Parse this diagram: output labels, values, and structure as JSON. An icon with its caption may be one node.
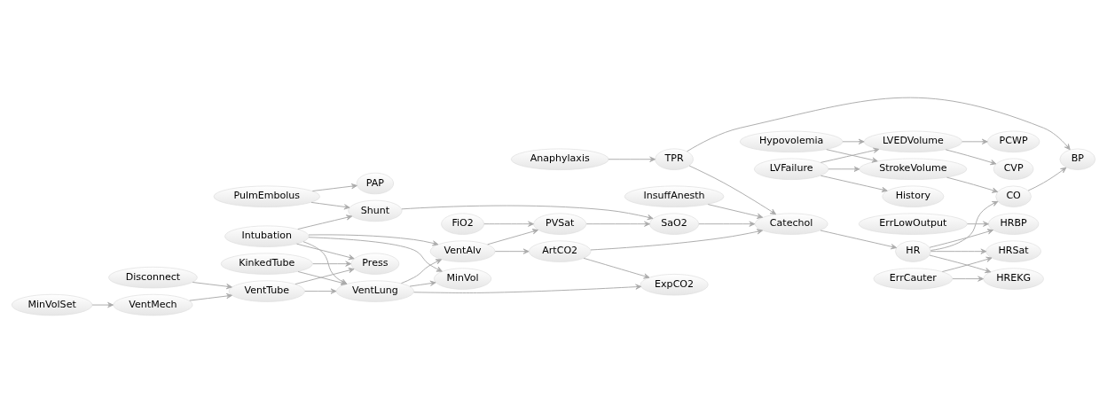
{
  "diagram": {
    "nodes": [
      {
        "text": [
          "LVFailure"
        ]
      },
      {
        "text": [
          "LVEDVolume"
        ]
      },
      {
        "text": [
          "StrokeVolume"
        ]
      },
      {
        "text": [
          "History"
        ]
      },
      {
        "text": [
          "Hypovolemia"
        ]
      },
      {
        "text": [
          "CVP"
        ]
      },
      {
        "text": [
          "PCWP"
        ]
      },
      {
        "text": [
          "CO"
        ]
      },
      {
        "text": [
          "InsuffAnesth"
        ]
      },
      {
        "text": [
          "Catechol"
        ]
      },
      {
        "text": [
          "HR"
        ]
      },
      {
        "text": [
          "BP"
        ]
      },
      {
        "text": [
          "Anaphylaxis"
        ]
      },
      {
        "text": [
          "TPR"
        ]
      },
      {
        "text": [
          "ErrLowOutput"
        ]
      },
      {
        "text": [
          "HRBP"
        ]
      },
      {
        "text": [
          "HREKG"
        ]
      },
      {
        "text": [
          "HRSat"
        ]
      },
      {
        "text": [
          "ErrCauter"
        ]
      },
      {
        "text": [
          "PulmEmbolus"
        ]
      },
      {
        "text": [
          "PAP"
        ]
      },
      {
        "text": [
          "Shunt"
        ]
      },
      {
        "text": [
          "SaO2"
        ]
      },
      {
        "text": [
          "FiO2"
        ]
      },
      {
        "text": [
          "PVSat"
        ]
      },
      {
        "text": [
          "VentAlv"
        ]
      },
      {
        "text": [
          "ArtCO2"
        ]
      },
      {
        "text": [
          "ExpCO2"
        ]
      },
      {
        "text": [
          "Intubation"
        ]
      },
      {
        "text": [
          "Press"
        ]
      },
      {
        "text": [
          "MinVol"
        ]
      },
      {
        "text": [
          "VentLung"
        ]
      },
      {
        "text": [
          "KinkedTube"
        ]
      },
      {
        "text": [
          "VentTube"
        ]
      },
      {
        "text": [
          "Disconnect"
        ]
      },
      {
        "text": [
          "VentMech"
        ]
      },
      {
        "text": [
          "MinVolSet"
        ]
      }
    ],
    "edges": [
      {
        "from": 0,
        "to": 1,
        "arrow": "to"
      },
      {
        "from": 0,
        "to": 2,
        "arrow": "to"
      },
      {
        "from": 0,
        "to": 3,
        "arrow": "to"
      },
      {
        "from": 4,
        "to": 1,
        "arrow": "to"
      },
      {
        "from": 4,
        "to": 2,
        "arrow": "to"
      },
      {
        "from": 1,
        "to": 5,
        "arrow": "to"
      },
      {
        "from": 1,
        "to": 6,
        "arrow": "to"
      },
      {
        "from": 2,
        "to": 7,
        "arrow": "to"
      },
      {
        "from": 10,
        "to": 7,
        "arrow": "to"
      },
      {
        "from": 7,
        "to": 11,
        "arrow": "to"
      },
      {
        "from": 13,
        "to": 11,
        "arrow": "to"
      },
      {
        "from": 12,
        "to": 13,
        "arrow": "to"
      },
      {
        "from": 13,
        "to": 9,
        "arrow": "to"
      },
      {
        "from": 8,
        "to": 9,
        "arrow": "to"
      },
      {
        "from": 22,
        "to": 9,
        "arrow": "to"
      },
      {
        "from": 26,
        "to": 9,
        "arrow": "to"
      },
      {
        "from": 9,
        "to": 10,
        "arrow": "to"
      },
      {
        "from": 10,
        "to": 15,
        "arrow": "to"
      },
      {
        "from": 10,
        "to": 16,
        "arrow": "to"
      },
      {
        "from": 10,
        "to": 17,
        "arrow": "to"
      },
      {
        "from": 14,
        "to": 15,
        "arrow": "to"
      },
      {
        "from": 18,
        "to": 16,
        "arrow": "to"
      },
      {
        "from": 18,
        "to": 17,
        "arrow": "to"
      },
      {
        "from": 19,
        "to": 20,
        "arrow": "to"
      },
      {
        "from": 19,
        "to": 21,
        "arrow": "to"
      },
      {
        "from": 28,
        "to": 21,
        "arrow": "to"
      },
      {
        "from": 28,
        "to": 29,
        "arrow": "to"
      },
      {
        "from": 28,
        "to": 30,
        "arrow": "to"
      },
      {
        "from": 28,
        "to": 31,
        "arrow": "to"
      },
      {
        "from": 28,
        "to": 25,
        "arrow": "to"
      },
      {
        "from": 21,
        "to": 22,
        "arrow": "to"
      },
      {
        "from": 24,
        "to": 22,
        "arrow": "to"
      },
      {
        "from": 23,
        "to": 24,
        "arrow": "to"
      },
      {
        "from": 25,
        "to": 24,
        "arrow": "to"
      },
      {
        "from": 25,
        "to": 26,
        "arrow": "to"
      },
      {
        "from": 31,
        "to": 25,
        "arrow": "to"
      },
      {
        "from": 31,
        "to": 30,
        "arrow": "to"
      },
      {
        "from": 31,
        "to": 27,
        "arrow": "to"
      },
      {
        "from": 26,
        "to": 27,
        "arrow": "to"
      },
      {
        "from": 32,
        "to": 29,
        "arrow": "to"
      },
      {
        "from": 32,
        "to": 31,
        "arrow": "to"
      },
      {
        "from": 33,
        "to": 29,
        "arrow": "to"
      },
      {
        "from": 33,
        "to": 31,
        "arrow": "to"
      },
      {
        "from": 34,
        "to": 33,
        "arrow": "to"
      },
      {
        "from": 35,
        "to": 33,
        "arrow": "to"
      },
      {
        "from": 36,
        "to": 35,
        "arrow": "to"
      }
    ]
  }
}
